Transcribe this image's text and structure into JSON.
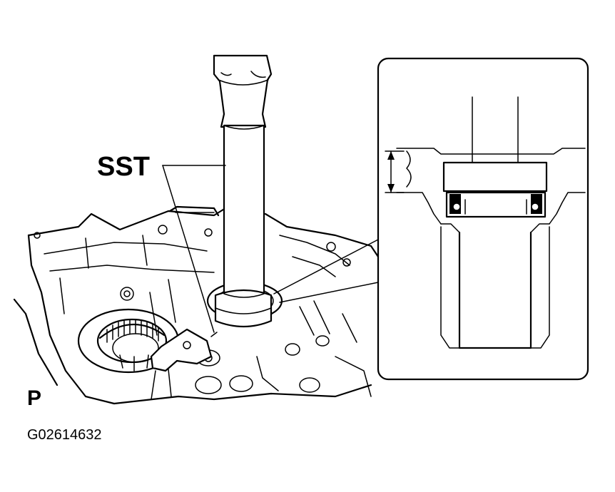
{
  "labels": {
    "tool": "SST",
    "view_marker": "P",
    "figure_code": "G02614632"
  }
}
